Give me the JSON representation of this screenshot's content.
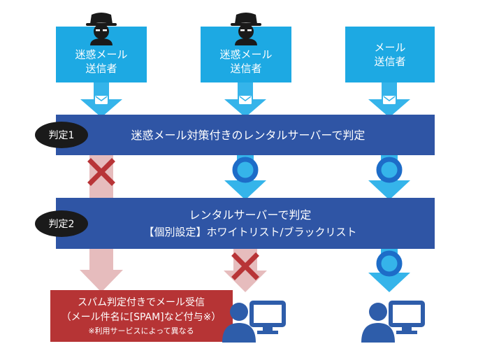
{
  "senders": [
    {
      "label_line1": "迷惑メール",
      "label_line2": "送信者",
      "icon": "hacker-icon"
    },
    {
      "label_line1": "迷惑メール",
      "label_line2": "送信者",
      "icon": "hacker-icon"
    },
    {
      "label_line1": "メール",
      "label_line2": "送信者",
      "icon": "none"
    }
  ],
  "stage1": {
    "badge": "判定1",
    "text": "迷惑メール対策付きのレンタルサーバーで判定"
  },
  "stage2": {
    "badge": "判定2",
    "text_line1": "レンタルサーバーで判定",
    "text_line2": "【個別設定】ホワイトリスト/ブラックリスト"
  },
  "result_box": {
    "line1": "スパム判定付きでメール受信",
    "line2": "（メール件名に[SPAM]など付与※）",
    "line3": "※利用サービスによって異なる"
  },
  "markers": {
    "fail": "cross-mark-icon",
    "pass": "circle-mark-icon",
    "mail": "envelope-icon",
    "recipient": "user-computer-icon"
  },
  "colors": {
    "sender_box": "#1da9e3",
    "stage_band": "#2f55a5",
    "badge": "#1a1a1a",
    "arrow_blue": "#35b4ea",
    "circle_mark": "#1d6cc8",
    "cross_mark": "#b83437",
    "rejected_arrow": "#e6bcbd",
    "result_box": "#b63435",
    "user_icon": "#2e5daa"
  }
}
